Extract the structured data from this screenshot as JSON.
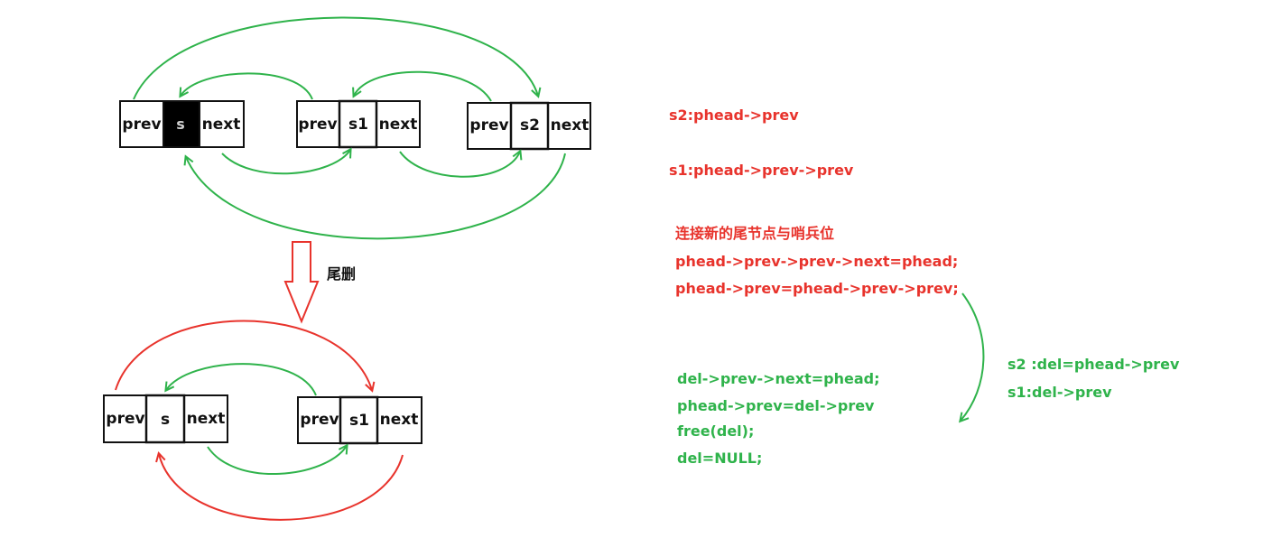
{
  "top_list": {
    "nodes": [
      {
        "prev": "prev",
        "value": "s",
        "next": "next",
        "highlighted": true
      },
      {
        "prev": "prev",
        "value": "s1",
        "next": "next",
        "highlighted": false
      },
      {
        "prev": "prev",
        "value": "s2",
        "next": "next",
        "highlighted": false
      }
    ]
  },
  "bottom_list": {
    "nodes": [
      {
        "prev": "prev",
        "value": "s",
        "next": "next",
        "highlighted": false
      },
      {
        "prev": "prev",
        "value": "s1",
        "next": "next",
        "highlighted": false
      }
    ]
  },
  "step_label": "尾删",
  "notes_red": {
    "line1": "s2:phead->prev",
    "line2": "s1:phead->prev->prev",
    "line3": "连接新的尾节点与哨兵位",
    "line4": "phead->prev->prev->next=phead;",
    "line5": "phead->prev=phead->prev->prev;"
  },
  "notes_green_right": {
    "line1": "s2 :del=phead->prev",
    "line2": "s1:del->prev"
  },
  "notes_green_code": {
    "line1": "del->prev->next=phead;",
    "line2": "phead->prev=del->prev",
    "line3": "free(del);",
    "line4": "del=NULL;"
  },
  "colors": {
    "green": "#2fb34b",
    "red": "#e8332c",
    "box": "#111111"
  }
}
